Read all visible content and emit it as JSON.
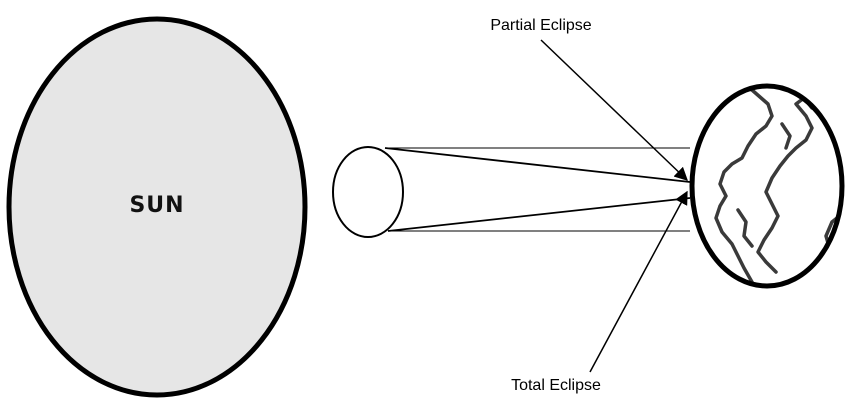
{
  "diagram": {
    "sun_label": "SUN",
    "partial_eclipse_label": "Partial Eclipse",
    "total_eclipse_label": "Total Eclipse"
  },
  "colors": {
    "sun_fill": "#e6e6e6",
    "outline": "#000000",
    "background": "#ffffff"
  },
  "icons": {
    "sun": "large-gray-circle",
    "moon": "small-white-ellipse",
    "earth": "globe-with-continent-outlines"
  }
}
